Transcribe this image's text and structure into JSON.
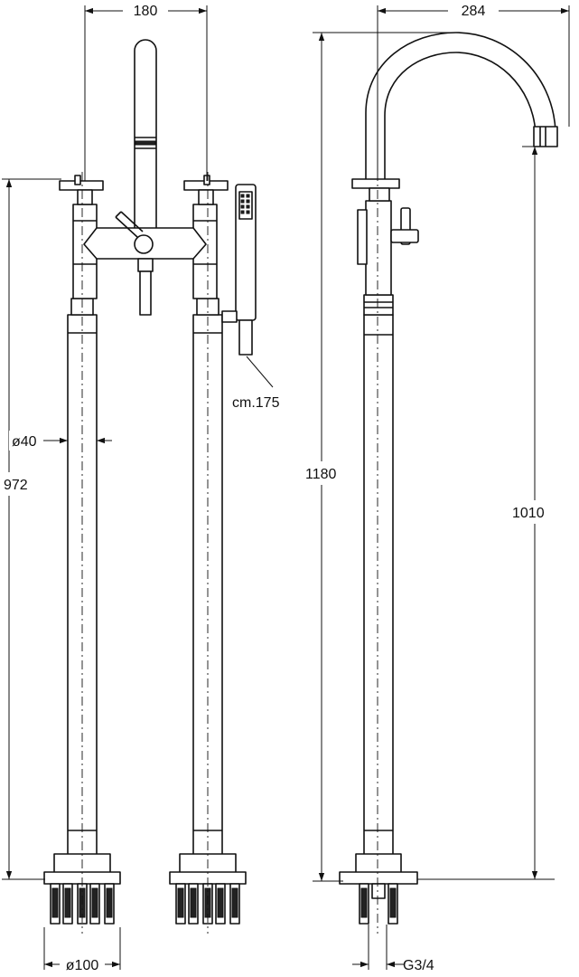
{
  "drawing": {
    "dimensions": {
      "width_180": "180",
      "width_284": "284",
      "height_972": "972",
      "height_1180": "1180",
      "height_1010": "1010",
      "diameter_40": "ø40",
      "diameter_100": "ø100",
      "hose_length": "cm.175",
      "thread": "G3/4"
    }
  }
}
